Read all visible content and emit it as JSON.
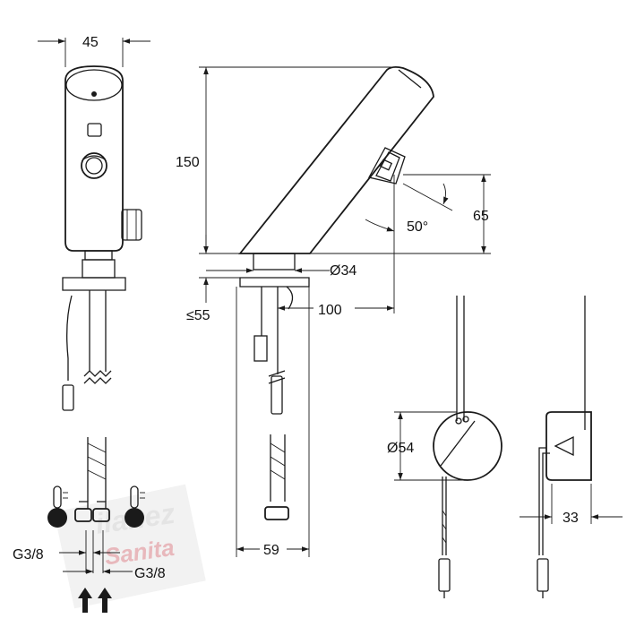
{
  "dimensions": {
    "width_45": "45",
    "height_150": "150",
    "height_65": "65",
    "angle_50": "50°",
    "dia_34": "Ø34",
    "max_55": "≤55",
    "len_100": "100",
    "width_59": "59",
    "dia_54": "Ø54",
    "thick_33": "33",
    "thread_left": "G3/8",
    "thread_right": "G3/8"
  },
  "watermark": {
    "line1": "ilanez",
    "line2": "Sanita"
  },
  "colors": {
    "line": "#1a1a1a",
    "watermark_red": "#e8b8bc",
    "watermark_gray": "#e4e4e4"
  },
  "icons": {
    "hot": "thermometer-hot-icon",
    "cold": "thermometer-cold-icon",
    "flow": "water-flow-arrow-icon"
  }
}
